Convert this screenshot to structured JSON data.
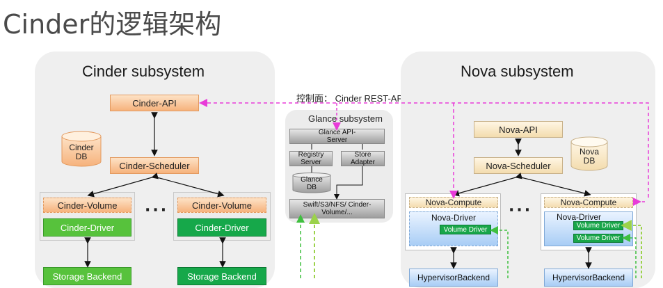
{
  "title": "Cinder的逻辑架构",
  "cinder": {
    "title": "Cinder subsystem",
    "api": "Cinder-API",
    "db": "Cinder DB",
    "scheduler": "Cinder-Scheduler",
    "volume_left": "Cinder-Volume",
    "driver_left": "Cinder-Driver",
    "volume_right": "Cinder-Volume",
    "driver_right": "Cinder-Driver",
    "dots": "···",
    "storage_left": "Storage Backend",
    "storage_right": "Storage Backend"
  },
  "control_plane": "控制面： Cinder REST-API",
  "glance": {
    "title": "Glance subsystem",
    "api_server": "Glance API-Server",
    "registry": "Registry Server",
    "store": "Store Adapter",
    "db": "Glance DB",
    "swift": "Swift/S3/NFS/ Cinder-Volume/..."
  },
  "nova": {
    "title": "Nova subsystem",
    "api": "Nova-API",
    "db": "Nova DB",
    "scheduler": "Nova-Scheduler",
    "compute_left": "Nova-Compute",
    "compute_right": "Nova-Compute",
    "driver_left": "Nova-Driver",
    "driver_right": "Nova-Driver",
    "volume_driver_left": "Volume Driver",
    "volume_driver_right_1": "Volume Driver",
    "volume_driver_right_2": "Volume Driver",
    "dots": "···",
    "hypervisor_left": "HypervisorBackend",
    "hypervisor_right": "HypervisorBackend"
  },
  "colors": {
    "magenta": "#e83bd8",
    "green_dashed": "#3fbf3f",
    "lime_dashed": "#9bd24a"
  }
}
